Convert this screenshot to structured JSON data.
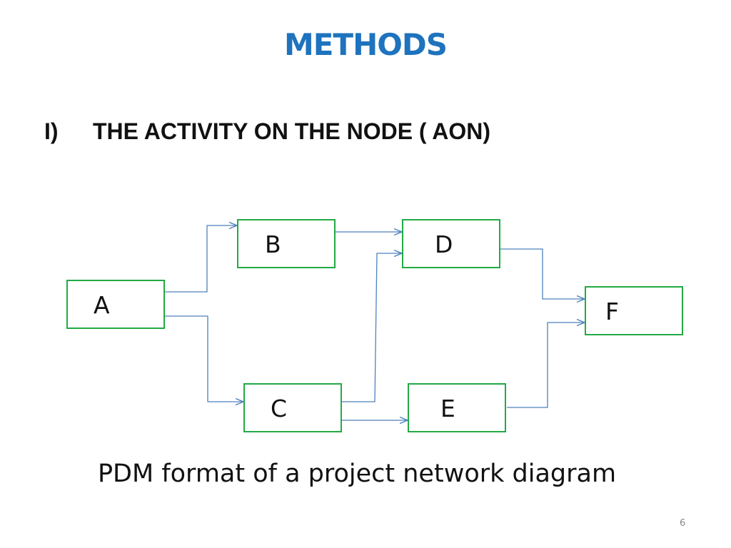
{
  "slide": {
    "title": "METHODS",
    "title_color": "#1e73be",
    "heading_number": "I)",
    "heading_text": "THE ACTIVITY ON THE NODE ( AON)",
    "caption": "PDM format of a project network diagram",
    "page_number": "6"
  },
  "diagram": {
    "node_border_color": "#22aa44",
    "edge_color": "#4f81bd",
    "nodes": [
      {
        "id": "A",
        "label": "A"
      },
      {
        "id": "B",
        "label": "B"
      },
      {
        "id": "C",
        "label": "C"
      },
      {
        "id": "D",
        "label": "D"
      },
      {
        "id": "E",
        "label": "E"
      },
      {
        "id": "F",
        "label": "F"
      }
    ],
    "edges": [
      {
        "from": "A",
        "to": "B"
      },
      {
        "from": "A",
        "to": "C"
      },
      {
        "from": "B",
        "to": "D"
      },
      {
        "from": "C",
        "to": "D"
      },
      {
        "from": "C",
        "to": "E"
      },
      {
        "from": "D",
        "to": "F"
      },
      {
        "from": "E",
        "to": "F"
      }
    ]
  }
}
